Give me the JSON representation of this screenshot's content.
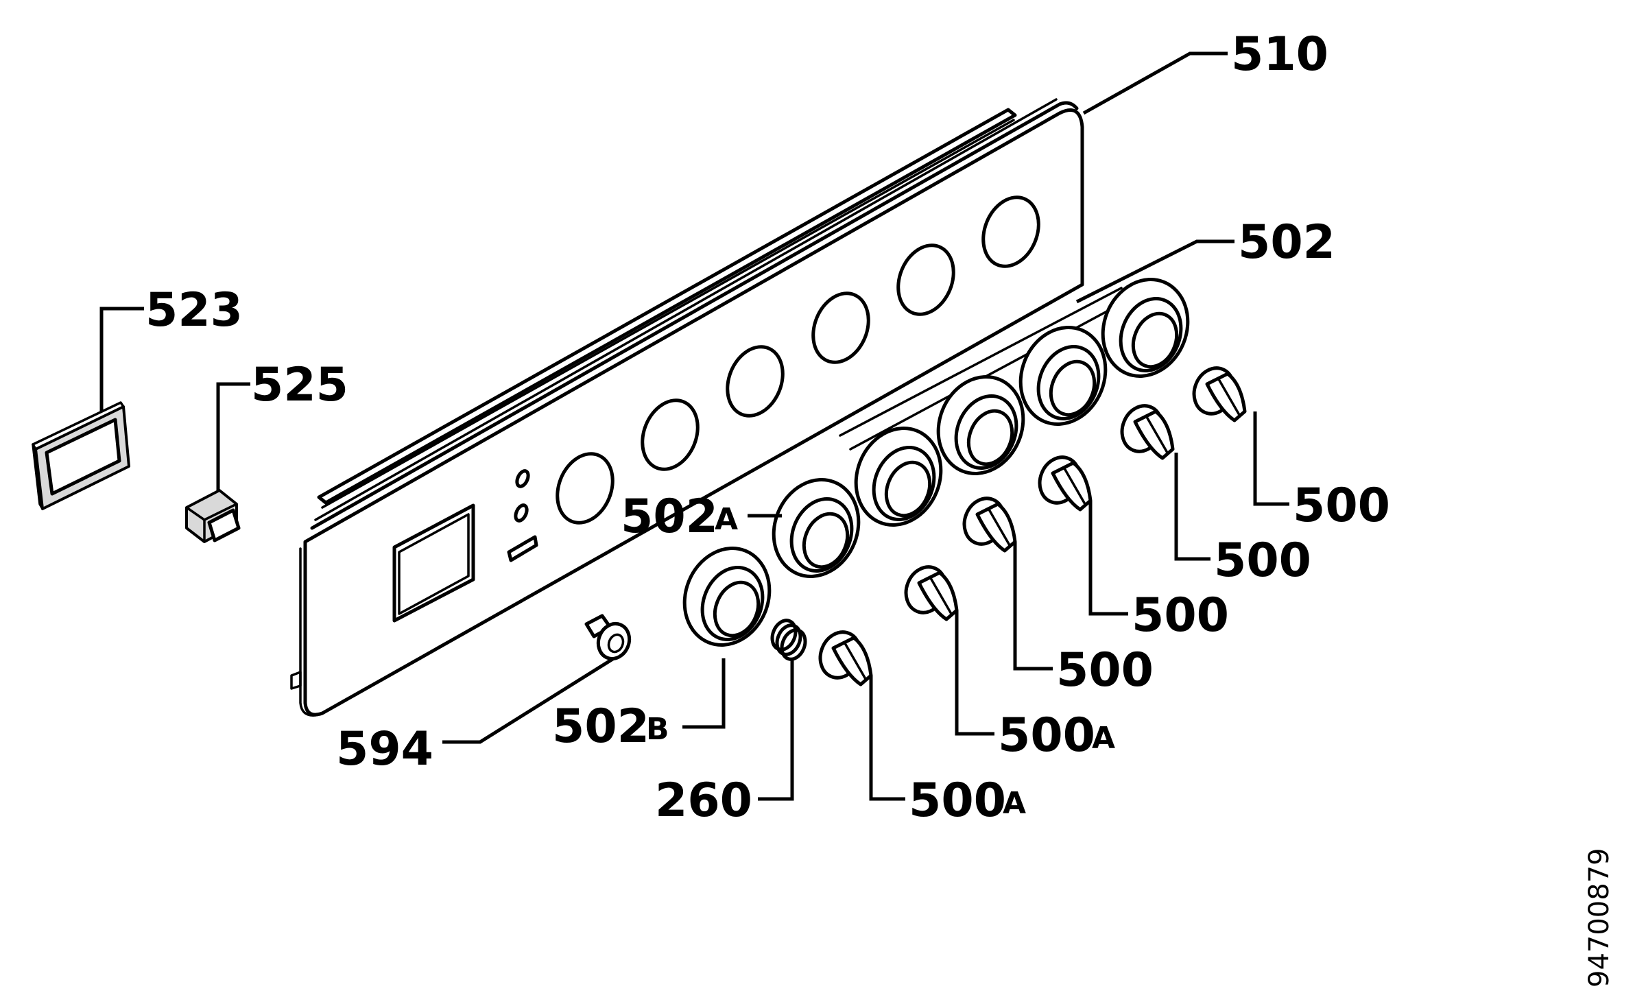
{
  "diagram": {
    "labels": {
      "panel": "510",
      "ring": "502",
      "ring_a": "502",
      "ring_a_suffix": "A",
      "ring_b": "502",
      "ring_b_suffix": "B",
      "frame": "523",
      "switch": "525",
      "screw": "594",
      "spring": "260",
      "knob_1": "500",
      "knob_2": "500",
      "knob_3": "500",
      "knob_4": "500",
      "knob_a1": "500",
      "knob_a1_suffix": "A",
      "knob_a2": "500",
      "knob_a2_suffix": "A"
    },
    "reference_number": "94700879"
  }
}
